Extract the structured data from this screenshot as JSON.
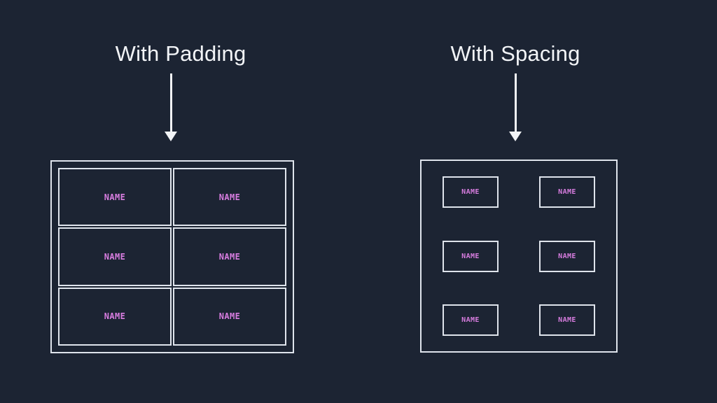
{
  "canvas": {
    "background_color": "#1c2433",
    "stroke_color": "#dfe4ec",
    "title_color": "#f2f4f7",
    "label_color": "#d87de0"
  },
  "panels": [
    {
      "id": "padding",
      "title": "With Padding",
      "arrow": "down-arrow",
      "layout_type": "padding",
      "items": [
        {
          "label": "NAME"
        },
        {
          "label": "NAME"
        },
        {
          "label": "NAME"
        },
        {
          "label": "NAME"
        },
        {
          "label": "NAME"
        },
        {
          "label": "NAME"
        }
      ]
    },
    {
      "id": "spacing",
      "title": "With Spacing",
      "arrow": "down-arrow",
      "layout_type": "spacing",
      "items": [
        {
          "label": "NAME"
        },
        {
          "label": "NAME"
        },
        {
          "label": "NAME"
        },
        {
          "label": "NAME"
        },
        {
          "label": "NAME"
        },
        {
          "label": "NAME"
        }
      ]
    }
  ]
}
